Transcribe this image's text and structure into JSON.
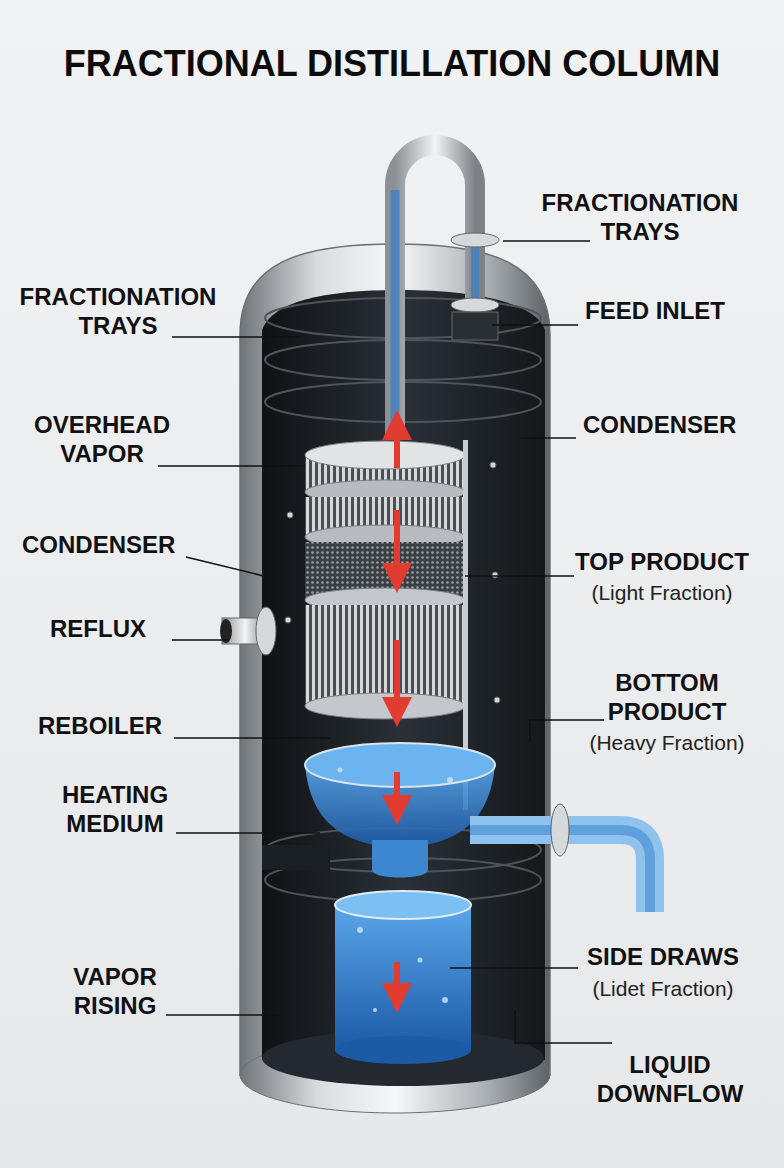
{
  "diagram": {
    "title": "FRACTIONAL DISTILLATION COLUMN",
    "labels": [
      "FRACTIONATION TRAYS",
      "FRACTIONATION TRAYS",
      "FEED INLET",
      "OVERHEAD VAPOR",
      "CONDENSER",
      "CONDENSER",
      "TOP PRODUCT",
      "(Light Fraction)",
      "REFLUX",
      "BOTTOM PRODUCT",
      "REBOILER",
      "(Heavy Fraction)",
      "HEATING MEDIUM",
      "SIDE DRAWS",
      "VAPOR RISING",
      "(Lidet Fraction)",
      "LIQUID DOWNFLOW"
    ]
  }
}
